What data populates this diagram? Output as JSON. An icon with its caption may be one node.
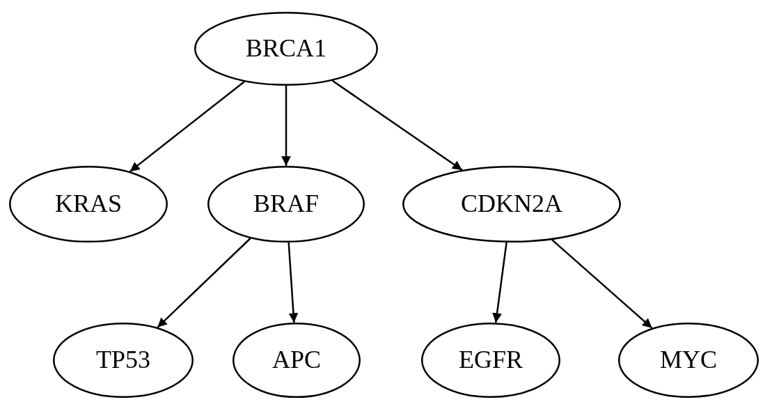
{
  "diagram": {
    "nodes": [
      {
        "text": [
          "BRCA1"
        ]
      },
      {
        "text": [
          "KRAS"
        ]
      },
      {
        "text": [
          "BRAF"
        ]
      },
      {
        "text": [
          "CDKN2A"
        ]
      },
      {
        "text": [
          "TP53"
        ]
      },
      {
        "text": [
          "APC"
        ]
      },
      {
        "text": [
          "EGFR"
        ]
      },
      {
        "text": [
          "MYC"
        ]
      }
    ],
    "edges": [
      {
        "from": 0,
        "to": 1,
        "arrow": "to"
      },
      {
        "from": 0,
        "to": 2,
        "arrow": "to"
      },
      {
        "from": 0,
        "to": 3,
        "arrow": "to"
      },
      {
        "from": 2,
        "to": 4,
        "arrow": "to"
      },
      {
        "from": 2,
        "to": 5,
        "arrow": "to"
      },
      {
        "from": 3,
        "to": 6,
        "arrow": "to"
      },
      {
        "from": 3,
        "to": 7,
        "arrow": "to"
      }
    ]
  }
}
